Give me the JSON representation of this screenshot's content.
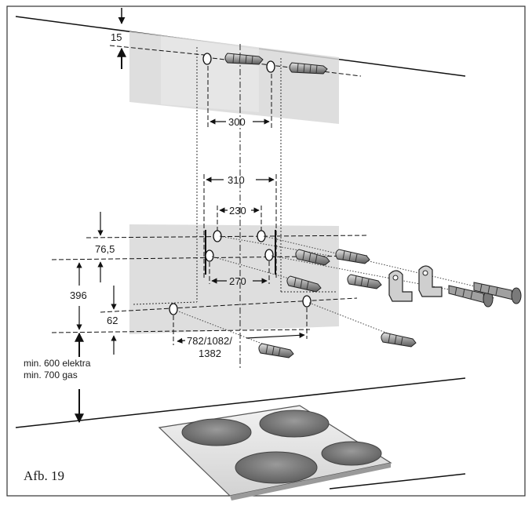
{
  "figure": {
    "caption": "Afb. 19",
    "dimensions": {
      "top_offset": "15",
      "upper_hole_spacing": "300",
      "bracket_outer_spacing": "310",
      "bracket_inner_spacing": "230",
      "lower_hole_spacing": "270",
      "bracket_vertical": "76,5",
      "vertical_between_rows": "396",
      "bottom_offset": "62",
      "chimney_widths_line1": "782/1082/",
      "chimney_widths_line2": "1382"
    },
    "min_clearance": {
      "electric": "min. 600 elektra",
      "gas": "min. 700 gas"
    }
  }
}
